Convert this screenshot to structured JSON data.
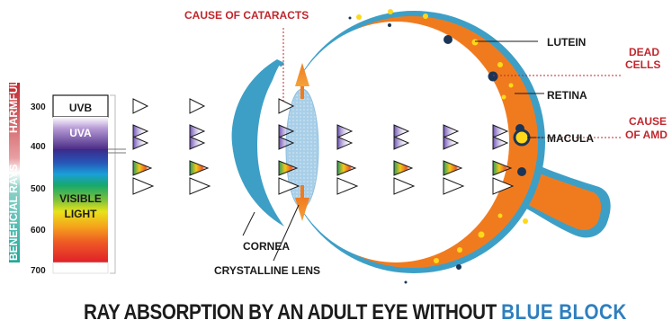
{
  "title": {
    "main": "RAY ABSORPTION BY AN ADULT EYE",
    "emphasis": "WITHOUT",
    "brand": "BLUE BLOCK"
  },
  "spectrum": {
    "harmful_label": "HARMFUL RAYS",
    "beneficial_label": "BENEFICIAL RAYS",
    "ticks": [
      "300",
      "400",
      "500",
      "600",
      "700"
    ],
    "bands": {
      "uvb": "UVB",
      "uva": "UVA",
      "visible_line1": "VISIBLE",
      "visible_line2": "LIGHT"
    }
  },
  "labels": {
    "cataracts": "CAUSE OF CATARACTS",
    "lutein": "LUTEIN",
    "dead_cells_line1": "DEAD",
    "dead_cells_line2": "CELLS",
    "retina": "RETINA",
    "amd_line1": "CAUSE",
    "amd_line2": "OF AMD",
    "macula": "MACULA",
    "cornea": "CORNEA",
    "lens": "CRYSTALLINE LENS"
  },
  "colors": {
    "harmful": "#c0272d",
    "beneficial": "#1fa89a",
    "retina_orange": "#f07b1f",
    "cornea_blue": "#3d9fc6",
    "lens_blue": "#a9cfe8",
    "lutein_yellow": "#ffd81a",
    "dead_cell_navy": "#1c3556",
    "brand_blue": "#2e7fbf"
  }
}
